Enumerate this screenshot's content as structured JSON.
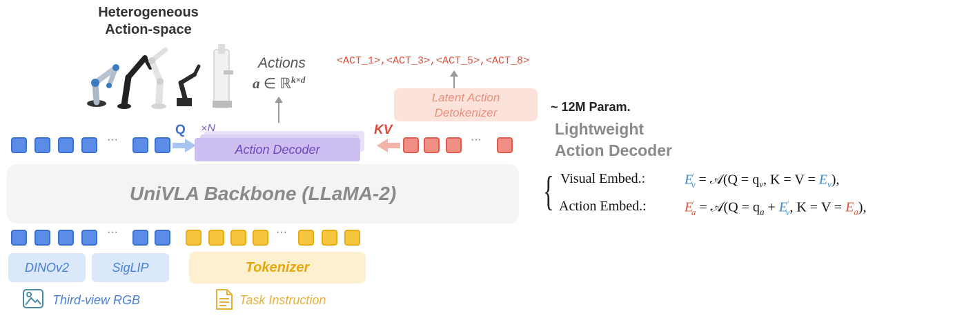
{
  "header": {
    "title_line1": "Heterogeneous",
    "title_line2": "Action-space"
  },
  "actions": {
    "label": "Actions",
    "formula_bold": "a",
    "formula_rest": " ∈ ℝ",
    "formula_sup": "k×d"
  },
  "act_tokens": "<ACT_1>,<ACT_3>,<ACT_5>,<ACT_8>",
  "detokenizer": {
    "line1": "Latent Action",
    "line2": "Detokenizer"
  },
  "decoder": {
    "q_label": "Q",
    "kv_label": "KV",
    "repeat_label": "×N",
    "label": "Action Decoder"
  },
  "backbone": {
    "label": "UniVLA Backbone (LLaMA-2)"
  },
  "encoders": {
    "dino": "DINOv2",
    "siglip": "SigLIP",
    "tokenizer": "Tokenizer"
  },
  "inputs": {
    "rgb": "Third-view RGB",
    "task": "Task Instruction"
  },
  "info": {
    "params": "~ 12M Param.",
    "light_line1": "Lightweight",
    "light_line2": "Action Decoder"
  },
  "equations": {
    "visual_label": "Visual Embed.:",
    "action_label": "Action Embed.:",
    "eq1_lhs": "E",
    "eq1_lhs_sub": "v",
    "eq1_mid": " = 𝒜(Q = q",
    "eq1_mid_sub": "v",
    "eq1_kv": ", K = V = ",
    "eq1_rhs": "E",
    "eq1_rhs_sub": "v",
    "eq1_end": "),",
    "eq2_lhs": "E",
    "eq2_lhs_sub": "a",
    "eq2_mid": " = 𝒜(Q = q",
    "eq2_mid_sub": "a",
    "eq2_plus": " + ",
    "eq2_ev": "E",
    "eq2_ev_sub": "v",
    "eq2_kv": ", K = V = ",
    "eq2_rhs": "E",
    "eq2_rhs_sub": "a",
    "eq2_end": "),"
  },
  "colors": {
    "blue_token": "#5b8de8",
    "yellow_token": "#f7c63f",
    "red_token": "#f08f86",
    "decoder_purple": "#cfc3ee",
    "act_red": "#dd4a3a",
    "eq_blue": "#3a86c8",
    "eq_red": "#d9553f"
  },
  "icons": [
    "robot-arms-illustration",
    "image-icon",
    "document-icon",
    "up-arrow",
    "right-arrow",
    "left-arrow"
  ]
}
